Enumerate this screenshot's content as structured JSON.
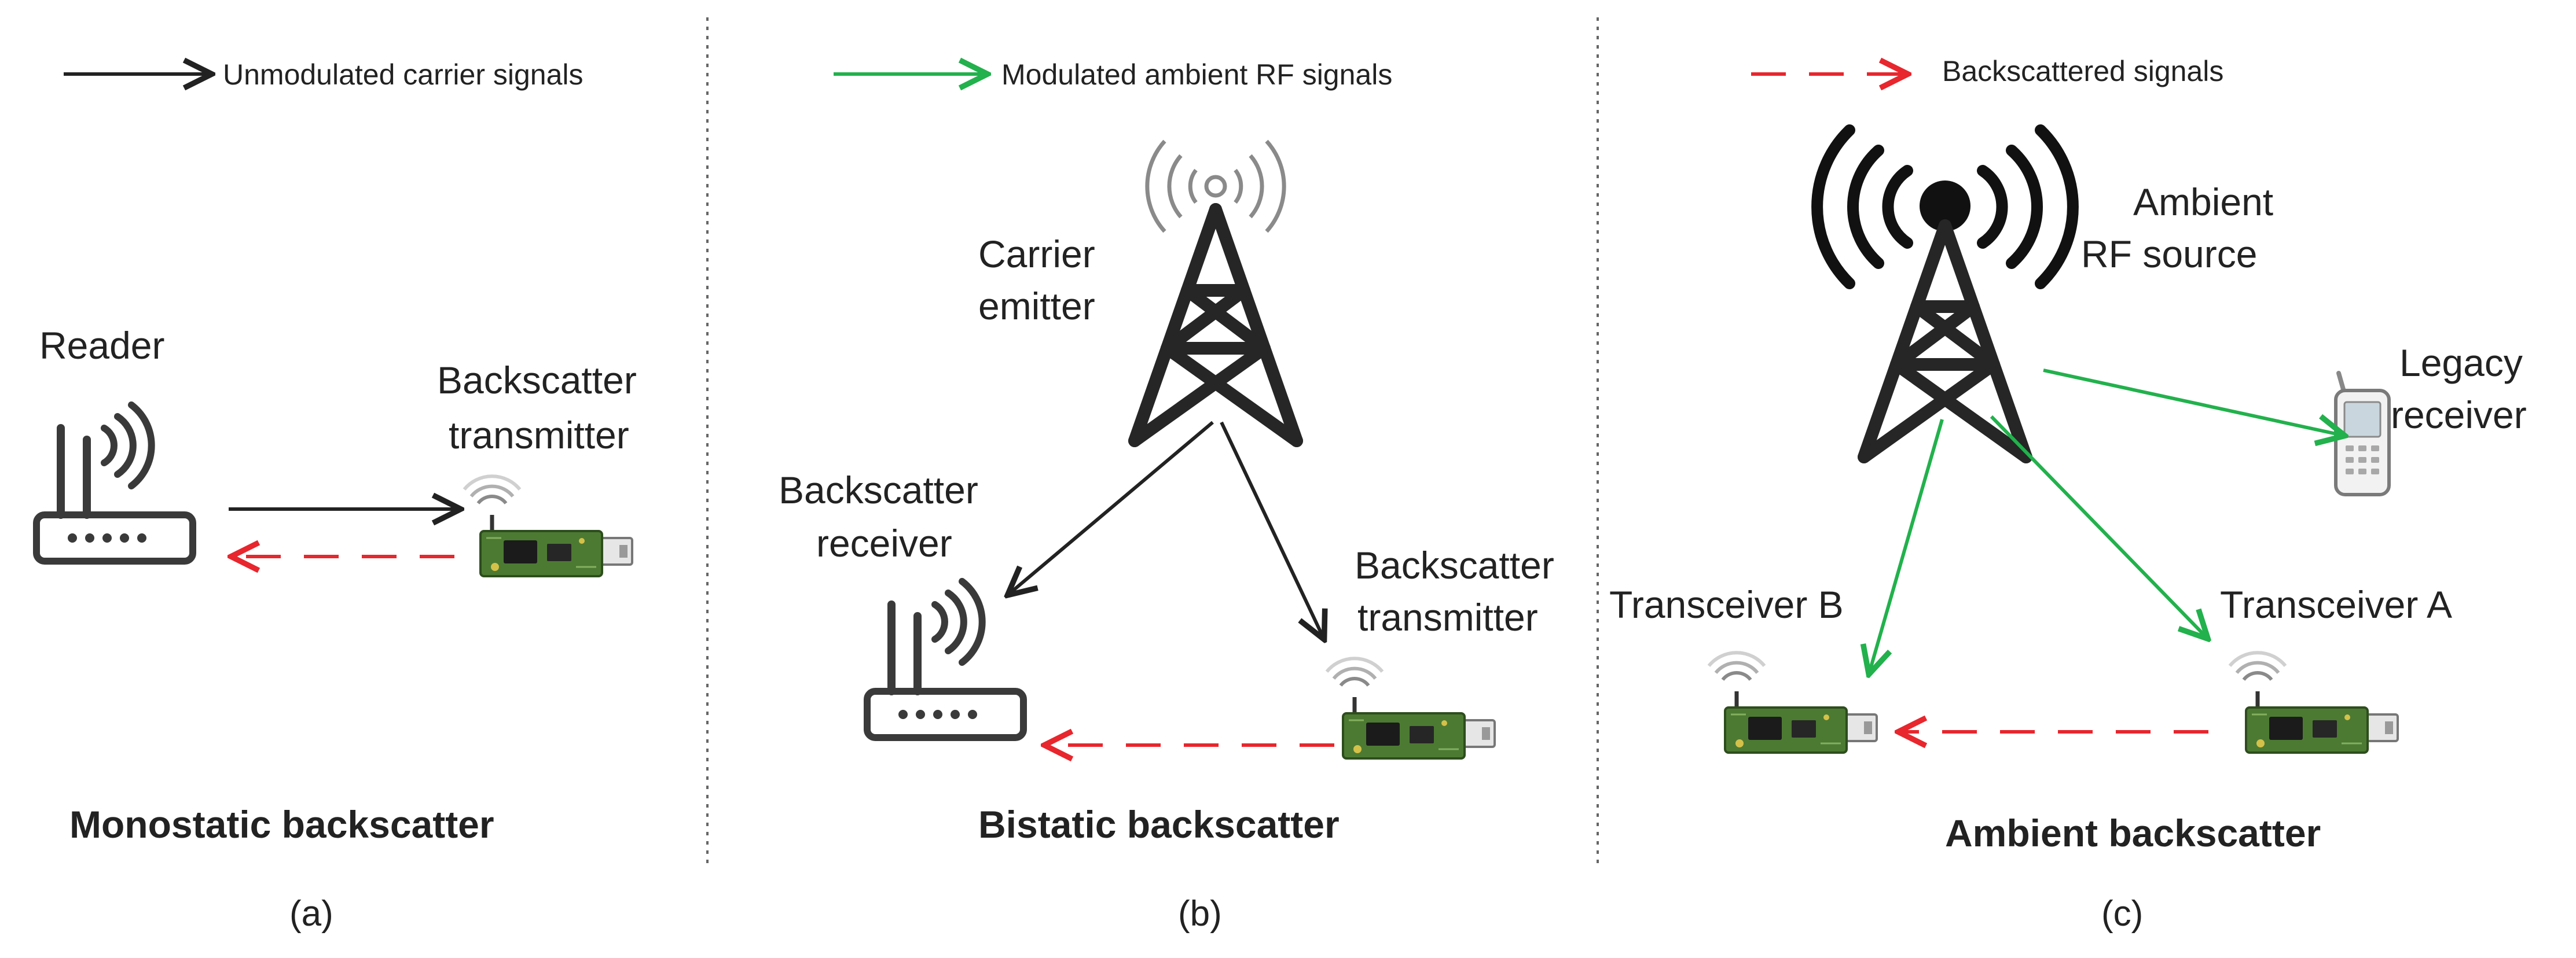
{
  "legend": {
    "unmodulated": "Unmodulated carrier signals",
    "modulated": "Modulated ambient RF signals",
    "backscattered": "Backscattered signals"
  },
  "colors": {
    "unmodulated": "#222222",
    "modulated": "#22b14c",
    "backscattered": "#e8262d",
    "board": "#4c7a32",
    "divider": "#666666"
  },
  "panels": [
    {
      "label": "(a)",
      "title": "Monostatic backscatter",
      "reader": "Reader",
      "transmitter": [
        "Backscatter",
        "transmitter"
      ]
    },
    {
      "label": "(b)",
      "title": "Bistatic backscatter",
      "emitter": [
        "Carrier",
        "emitter"
      ],
      "receiver": [
        "Backscatter",
        "receiver"
      ],
      "transmitter": [
        "Backscatter",
        "transmitter"
      ]
    },
    {
      "label": "(c)",
      "title": "Ambient backscatter",
      "source": [
        "Ambient",
        "RF source"
      ],
      "legacy": [
        "Legacy",
        "receiver"
      ],
      "transceiver_b": "Transceiver B",
      "transceiver_a": "Transceiver A"
    }
  ]
}
